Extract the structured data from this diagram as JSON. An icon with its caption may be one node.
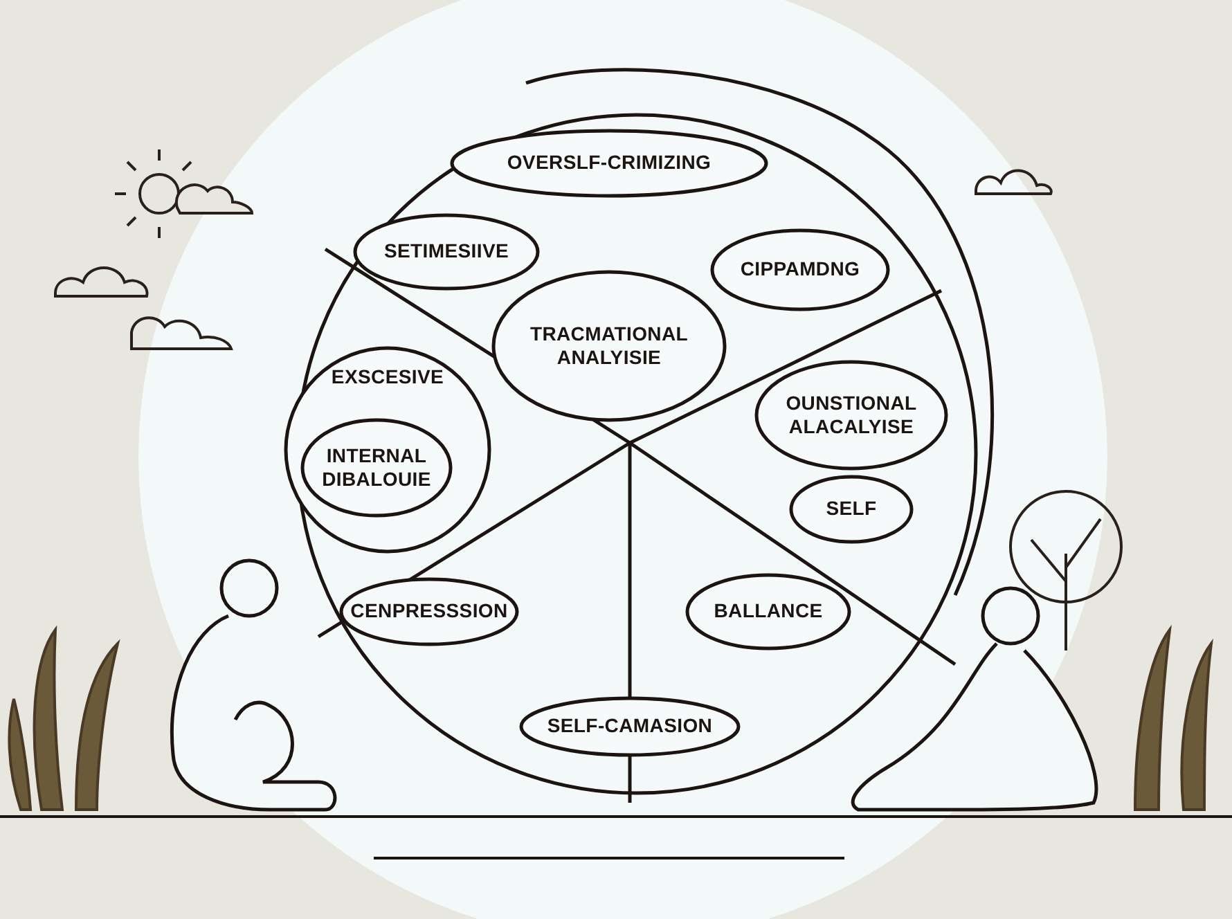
{
  "diagram": {
    "nodes": [
      {
        "text": [
          "OVERSLF-CRIMIZING"
        ]
      },
      {
        "text": [
          "SETIMESIIVE"
        ]
      },
      {
        "text": [
          "TRACMATIONAL ANALYISIE"
        ]
      },
      {
        "text": [
          "CIPPAMDNG"
        ]
      },
      {
        "text": [
          "EXSCESIVE"
        ]
      },
      {
        "text": [
          "INTERNAL DIBALOUIE"
        ],
        "in": 4
      },
      {
        "text": [
          "OUNSTIONAL ALACALYISE"
        ]
      },
      {
        "text": [
          "SELF"
        ]
      },
      {
        "text": [
          "CENPRESSSION"
        ]
      },
      {
        "text": [
          "BALLANCE"
        ]
      },
      {
        "text": [
          "SELF-CAMASION"
        ]
      }
    ]
  }
}
